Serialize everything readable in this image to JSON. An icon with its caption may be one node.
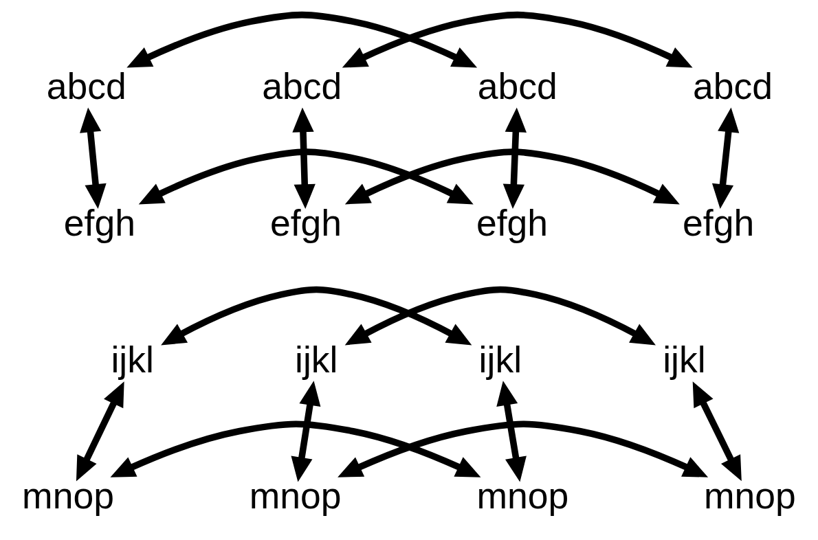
{
  "diagram": {
    "nodes": [
      {
        "text": [
          "abcd"
        ]
      },
      {
        "text": [
          "abcd"
        ]
      },
      {
        "text": [
          "abcd"
        ]
      },
      {
        "text": [
          "abcd"
        ]
      },
      {
        "text": [
          "efgh"
        ]
      },
      {
        "text": [
          "efgh"
        ]
      },
      {
        "text": [
          "efgh"
        ]
      },
      {
        "text": [
          "efgh"
        ]
      },
      {
        "text": [
          "ijkl"
        ]
      },
      {
        "text": [
          "ijkl"
        ]
      },
      {
        "text": [
          "ijkl"
        ]
      },
      {
        "text": [
          "ijkl"
        ]
      },
      {
        "text": [
          "mnop"
        ]
      },
      {
        "text": [
          "mnop"
        ]
      },
      {
        "text": [
          "mnop"
        ]
      },
      {
        "text": [
          "mnop"
        ]
      }
    ],
    "edges": [
      {
        "from": 0,
        "to": 2,
        "arrow": "both"
      },
      {
        "from": 1,
        "to": 3,
        "arrow": "both"
      },
      {
        "from": 0,
        "to": 4,
        "arrow": "both"
      },
      {
        "from": 1,
        "to": 5,
        "arrow": "both"
      },
      {
        "from": 2,
        "to": 6,
        "arrow": "both"
      },
      {
        "from": 3,
        "to": 7,
        "arrow": "both"
      },
      {
        "from": 4,
        "to": 6,
        "arrow": "both"
      },
      {
        "from": 5,
        "to": 7,
        "arrow": "both"
      },
      {
        "from": 8,
        "to": 10,
        "arrow": "both"
      },
      {
        "from": 9,
        "to": 11,
        "arrow": "both"
      },
      {
        "from": 8,
        "to": 12,
        "arrow": "both"
      },
      {
        "from": 9,
        "to": 13,
        "arrow": "both"
      },
      {
        "from": 10,
        "to": 14,
        "arrow": "both"
      },
      {
        "from": 11,
        "to": 15,
        "arrow": "both"
      },
      {
        "from": 12,
        "to": 14,
        "arrow": "both"
      },
      {
        "from": 13,
        "to": 15,
        "arrow": "both"
      }
    ]
  }
}
